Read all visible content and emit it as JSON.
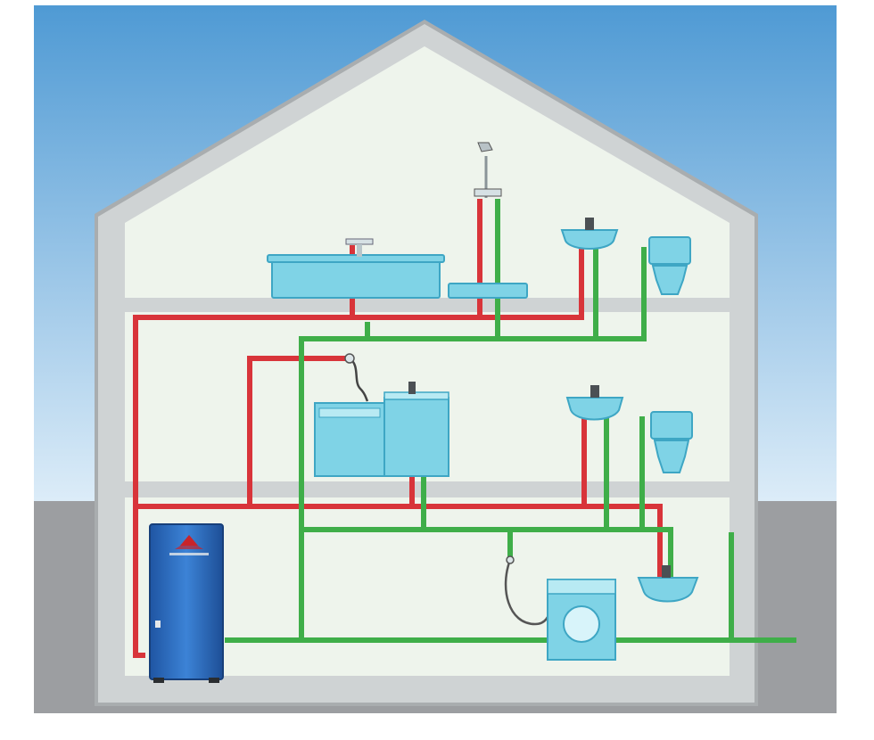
{
  "diagram": {
    "colors": {
      "sky_top": "#4f9ad4",
      "sky_bottom": "#dcecf8",
      "ground": "#9c9ea1",
      "wall": "#cfd3d4",
      "wall_edge": "#a9adaf",
      "interior": "#eef4ec",
      "hot_pipe": "#d8343a",
      "cold_pipe": "#3fae49",
      "fixture": "#7fd3e6",
      "fixture_edge": "#3ea6c4",
      "boiler": "#2f6fc4",
      "boiler_logo": "#c8242b"
    },
    "components": [
      {
        "id": "bathtub",
        "icon": "bathtub-icon"
      },
      {
        "id": "shower",
        "icon": "shower-icon"
      },
      {
        "id": "washbasin",
        "icon": "sink-icon"
      },
      {
        "id": "toilet",
        "icon": "toilet-icon"
      },
      {
        "id": "kitchen-sink",
        "icon": "kitchen-sink-icon"
      },
      {
        "id": "dishwasher",
        "icon": "dishwasher-icon"
      },
      {
        "id": "washing-machine",
        "icon": "washing-machine-icon"
      },
      {
        "id": "water-heater",
        "icon": "water-heater-icon"
      }
    ]
  }
}
